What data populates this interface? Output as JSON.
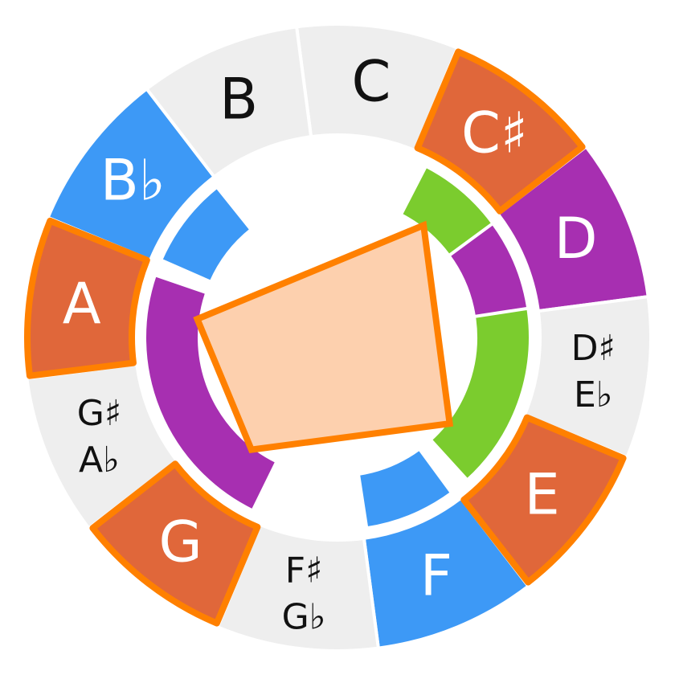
{
  "colors": {
    "background": "#ffffff",
    "inactive": "#eeeeee",
    "red": "#e0673a",
    "purple": "#a72fb1",
    "blue": "#3d99f6",
    "green": "#7bcc2e",
    "highlight_outline": "#ff8000",
    "polygon_fill": "#fdcba5",
    "dark_text": "#111111",
    "light_text": "#ffffff"
  },
  "wheel": {
    "notes": [
      {
        "id": "c",
        "lines": [
          "C"
        ],
        "color": "inactive",
        "highlighted": false
      },
      {
        "id": "c-sharp",
        "lines": [
          "C♯"
        ],
        "color": "red",
        "highlighted": true
      },
      {
        "id": "d",
        "lines": [
          "D"
        ],
        "color": "purple",
        "highlighted": false
      },
      {
        "id": "d-sharp",
        "lines": [
          "D♯",
          "E♭"
        ],
        "color": "inactive",
        "highlighted": false
      },
      {
        "id": "e",
        "lines": [
          "E"
        ],
        "color": "red",
        "highlighted": true
      },
      {
        "id": "f",
        "lines": [
          "F"
        ],
        "color": "blue",
        "highlighted": false
      },
      {
        "id": "f-sharp",
        "lines": [
          "F♯",
          "G♭"
        ],
        "color": "inactive",
        "highlighted": false
      },
      {
        "id": "g",
        "lines": [
          "G"
        ],
        "color": "red",
        "highlighted": true
      },
      {
        "id": "g-sharp",
        "lines": [
          "G♯",
          "A♭"
        ],
        "color": "inactive",
        "highlighted": false
      },
      {
        "id": "a",
        "lines": [
          "A"
        ],
        "color": "red",
        "highlighted": true
      },
      {
        "id": "b-flat",
        "lines": [
          "B♭"
        ],
        "color": "blue",
        "highlighted": false
      },
      {
        "id": "b",
        "lines": [
          "B"
        ],
        "color": "inactive",
        "highlighted": false
      }
    ],
    "inner_arcs": [
      {
        "from_note": "c-sharp",
        "to_note": "e",
        "span_steps": 3,
        "color": "green"
      },
      {
        "from_note": "d",
        "to_note": "d",
        "span_steps": 0,
        "color": "purple"
      },
      {
        "from_note": "f",
        "to_note": "f",
        "span_steps": 0,
        "color": "blue"
      },
      {
        "from_note": "g",
        "to_note": "a",
        "span_steps": 2,
        "color": "purple"
      },
      {
        "from_note": "b-flat",
        "to_note": "b-flat",
        "span_steps": 0,
        "color": "blue"
      }
    ],
    "polygon_vertices": [
      "c-sharp",
      "e",
      "g",
      "a"
    ]
  }
}
